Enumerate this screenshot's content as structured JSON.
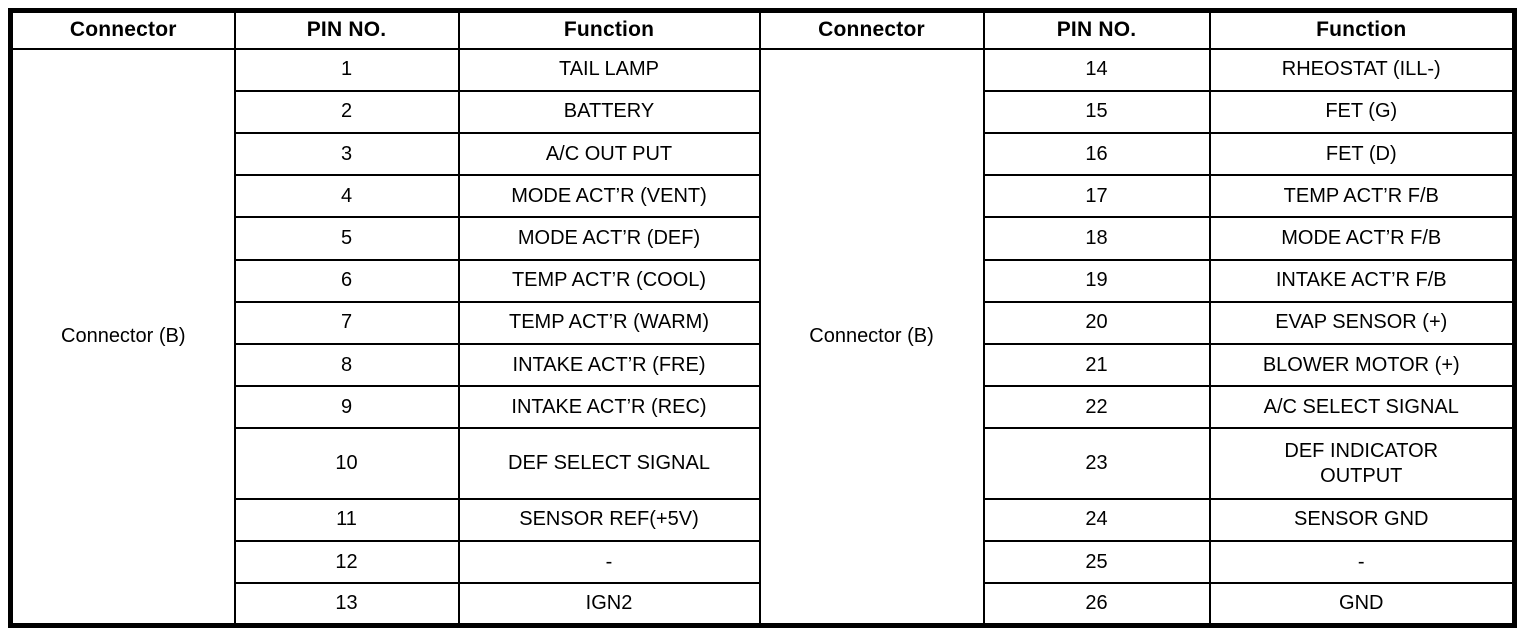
{
  "colors": {
    "background": "#ffffff",
    "line": "#000000",
    "text": "#000000"
  },
  "table": {
    "headers": {
      "connector_left": "Connector",
      "pin_left": "PIN NO.",
      "function_left": "Function",
      "connector_right": "Connector",
      "pin_right": "PIN NO.",
      "function_right": "Function"
    },
    "left": {
      "connector_label": "Connector (B)",
      "rows": [
        {
          "pin": "1",
          "function": "TAIL LAMP"
        },
        {
          "pin": "2",
          "function": "BATTERY"
        },
        {
          "pin": "3",
          "function": "A/C OUT PUT"
        },
        {
          "pin": "4",
          "function": "MODE ACT’R (VENT)"
        },
        {
          "pin": "5",
          "function": "MODE ACT’R (DEF)"
        },
        {
          "pin": "6",
          "function": "TEMP ACT’R (COOL)"
        },
        {
          "pin": "7",
          "function": "TEMP ACT’R (WARM)"
        },
        {
          "pin": "8",
          "function": "INTAKE ACT’R (FRE)"
        },
        {
          "pin": "9",
          "function": "INTAKE ACT’R (REC)"
        },
        {
          "pin": "10",
          "function": "DEF SELECT SIGNAL"
        },
        {
          "pin": "11",
          "function": "SENSOR REF(+5V)"
        },
        {
          "pin": "12",
          "function": "-"
        },
        {
          "pin": "13",
          "function": "IGN2"
        }
      ]
    },
    "right": {
      "connector_label": "Connector (B)",
      "rows": [
        {
          "pin": "14",
          "function": "RHEOSTAT (ILL-)"
        },
        {
          "pin": "15",
          "function": "FET (G)"
        },
        {
          "pin": "16",
          "function": "FET (D)"
        },
        {
          "pin": "17",
          "function": "TEMP ACT’R F/B"
        },
        {
          "pin": "18",
          "function": "MODE ACT’R F/B"
        },
        {
          "pin": "19",
          "function": "INTAKE ACT’R F/B"
        },
        {
          "pin": "20",
          "function": "EVAP SENSOR (+)"
        },
        {
          "pin": "21",
          "function": "BLOWER MOTOR (+)"
        },
        {
          "pin": "22",
          "function": "A/C SELECT SIGNAL"
        },
        {
          "pin": "23",
          "function": "DEF INDICATOR\nOUTPUT"
        },
        {
          "pin": "24",
          "function": "SENSOR GND"
        },
        {
          "pin": "25",
          "function": "-"
        },
        {
          "pin": "26",
          "function": "GND"
        }
      ]
    }
  }
}
